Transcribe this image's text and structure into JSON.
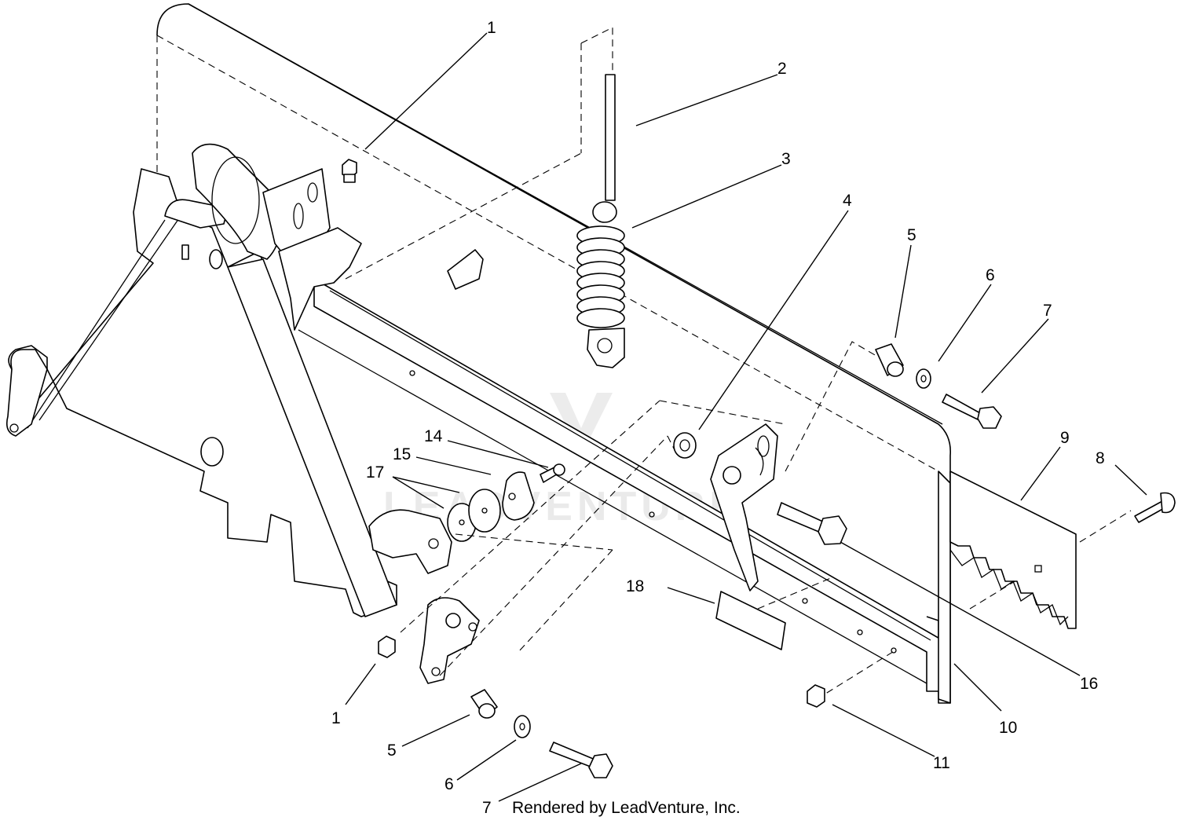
{
  "callouts": [
    {
      "label": "1",
      "part": "flange-nut"
    },
    {
      "label": "2",
      "part": "rod"
    },
    {
      "label": "3",
      "part": "extension-spring"
    },
    {
      "label": "4",
      "part": "flange-bushing"
    },
    {
      "label": "5",
      "part": "spacer"
    },
    {
      "label": "6",
      "part": "washer"
    },
    {
      "label": "7",
      "part": "bolt"
    },
    {
      "label": "8",
      "part": "carriage-bolt"
    },
    {
      "label": "9",
      "part": "scraper-plate"
    },
    {
      "label": "10",
      "part": "side-plate"
    },
    {
      "label": "11",
      "part": "flange-nut"
    },
    {
      "label": "14",
      "part": "bolt"
    },
    {
      "label": "15",
      "part": "bumper"
    },
    {
      "label": "16",
      "part": "bolt"
    },
    {
      "label": "17",
      "part": "washers"
    },
    {
      "label": "18",
      "part": "decal"
    }
  ],
  "repeat_callouts": {
    "nut_lower": "1",
    "spacer_lower": "5",
    "washer_lower": "6",
    "bolt_lower": "7"
  },
  "footer": "Rendered by LeadVenture, Inc.",
  "watermark": "LEADVENTURE",
  "colors": {
    "line": "#000000",
    "background": "#ffffff",
    "watermark": "#d9d9d9"
  }
}
